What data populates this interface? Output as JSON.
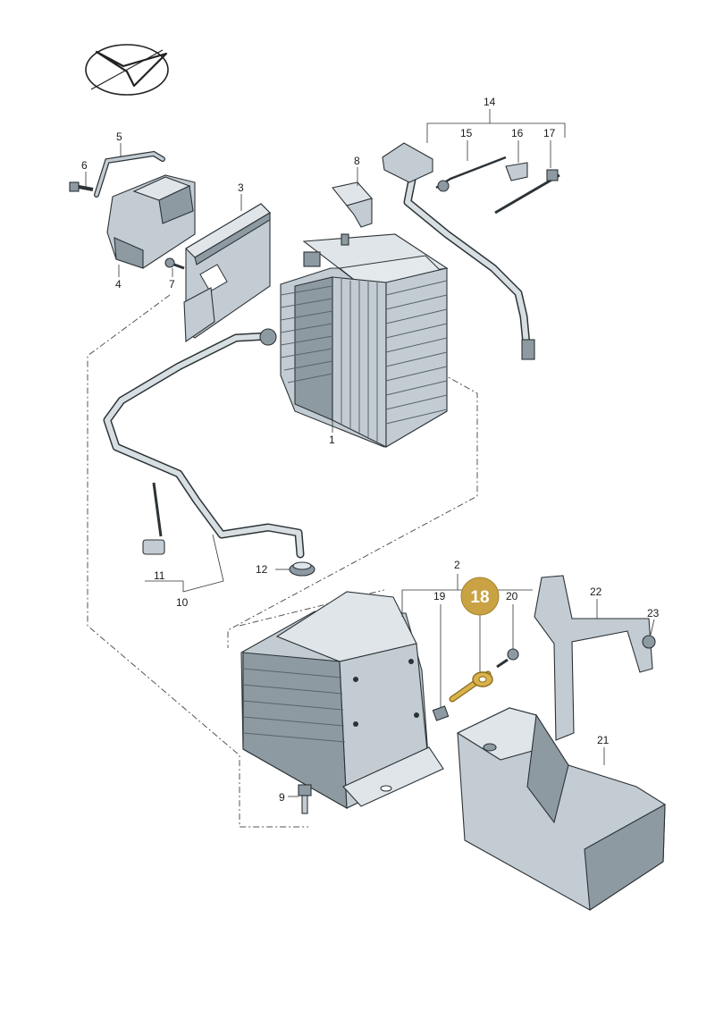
{
  "diagram": {
    "callouts": [
      {
        "id": "c1",
        "text": "1"
      },
      {
        "id": "c2",
        "text": "2"
      },
      {
        "id": "c3",
        "text": "3"
      },
      {
        "id": "c4",
        "text": "4"
      },
      {
        "id": "c5",
        "text": "5"
      },
      {
        "id": "c6",
        "text": "6"
      },
      {
        "id": "c7",
        "text": "7"
      },
      {
        "id": "c8",
        "text": "8"
      },
      {
        "id": "c9",
        "text": "9"
      },
      {
        "id": "c10",
        "text": "10"
      },
      {
        "id": "c11",
        "text": "11"
      },
      {
        "id": "c12",
        "text": "12"
      },
      {
        "id": "c14",
        "text": "14"
      },
      {
        "id": "c15",
        "text": "15"
      },
      {
        "id": "c16",
        "text": "16"
      },
      {
        "id": "c17",
        "text": "17"
      },
      {
        "id": "c19",
        "text": "19"
      },
      {
        "id": "c20",
        "text": "20"
      },
      {
        "id": "c21",
        "text": "21"
      },
      {
        "id": "c22",
        "text": "22"
      },
      {
        "id": "c23",
        "text": "23"
      }
    ],
    "highlight": {
      "text": "18",
      "fill": "#c9a243",
      "text_color": "#ffffff"
    },
    "colors": {
      "part_fill": "#c3ccd2",
      "outline": "#2c3337",
      "highlight_part": "#d9b24a"
    }
  }
}
